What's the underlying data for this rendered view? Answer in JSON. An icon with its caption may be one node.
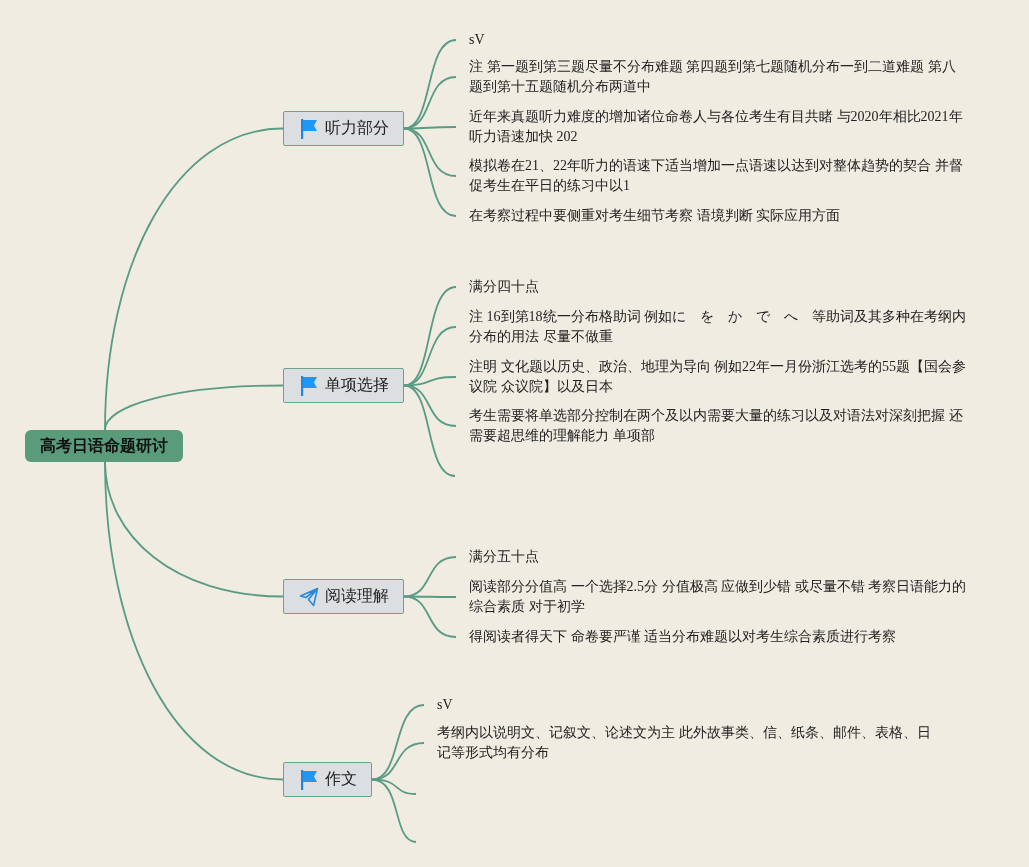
{
  "diagram": {
    "nodes": [
      {
        "text": [
          "高考日语命题研讨"
        ]
      },
      {
        "text": [
          "听力部分"
        ]
      },
      {
        "text": [
          "sV"
        ]
      },
      {
        "text": [
          "注 第一题到第三题尽量不分布难题 第四题到第七题随机分布一到二道难题 第八题到第十五题随机分布两道中"
        ]
      },
      {
        "text": [
          "近年来真题听力难度的增加诸位命卷人与各位考生有目共睹 与2020年相比2021年听力语速加快 202"
        ]
      },
      {
        "text": [
          "模拟卷在21、22年听力的语速下适当增加一点语速以达到对整体趋势的契合 并督促考生在平日的练习中以1"
        ]
      },
      {
        "text": [
          "在考察过程中要侧重对考生细节考察 语境判断 实际应用方面"
        ]
      },
      {
        "text": [
          "单项选择"
        ]
      },
      {
        "text": [
          "满分四十点"
        ]
      },
      {
        "text": [
          "注 16到第18统一分布格助词 例如に　を　か　で　へ　等助词及其多种在考纲内分布的用法 尽量不做重"
        ]
      },
      {
        "text": [
          "注明 文化题以历史、政治、地理为导向 例如22年一月份浙江选考的55题【国会参议院 众议院】以及日本"
        ]
      },
      {
        "text": [
          "考生需要将单选部分控制在两个及以内需要大量的练习以及对语法对深刻把握 还需要超思维的理解能力 单项部"
        ]
      },
      {
        "text": [
          "阅读理解"
        ]
      },
      {
        "text": [
          "满分五十点"
        ]
      },
      {
        "text": [
          "阅读部分分值高 一个选择2.5分 分值极高 应做到少错 或尽量不错 考察日语能力的综合素质 对于初学"
        ]
      },
      {
        "text": [
          "得阅读者得天下 命卷要严谨 适当分布难题以对考生综合素质进行考察"
        ]
      },
      {
        "text": [
          "作文"
        ]
      },
      {
        "text": [
          "sV"
        ]
      },
      {
        "text": [
          "考纲内以说明文、记叙文、论述文为主 此外故事类、信、纸条、邮件、表格、日记等形式均有分布"
        ]
      }
    ],
    "edges": [
      {
        "from": 0,
        "to": 1,
        "arrow": "none"
      },
      {
        "from": 0,
        "to": 7,
        "arrow": "none"
      },
      {
        "from": 0,
        "to": 12,
        "arrow": "none"
      },
      {
        "from": 0,
        "to": 16,
        "arrow": "none"
      },
      {
        "from": 1,
        "to": 2,
        "arrow": "none"
      },
      {
        "from": 1,
        "to": 3,
        "arrow": "none"
      },
      {
        "from": 1,
        "to": 4,
        "arrow": "none"
      },
      {
        "from": 1,
        "to": 5,
        "arrow": "none"
      },
      {
        "from": 1,
        "to": 6,
        "arrow": "none"
      },
      {
        "from": 7,
        "to": 8,
        "arrow": "none"
      },
      {
        "from": 7,
        "to": 9,
        "arrow": "none"
      },
      {
        "from": 7,
        "to": 10,
        "arrow": "none"
      },
      {
        "from": 7,
        "to": 11,
        "arrow": "none"
      },
      {
        "from": 7,
        "to": null,
        "arrow": "none"
      },
      {
        "from": 12,
        "to": 13,
        "arrow": "none"
      },
      {
        "from": 12,
        "to": 14,
        "arrow": "none"
      },
      {
        "from": 12,
        "to": 15,
        "arrow": "none"
      },
      {
        "from": 16,
        "to": 17,
        "arrow": "none"
      },
      {
        "from": 16,
        "to": 18,
        "arrow": "none"
      },
      {
        "from": 16,
        "to": null,
        "arrow": "none"
      },
      {
        "from": 16,
        "to": null,
        "arrow": "none"
      }
    ]
  }
}
